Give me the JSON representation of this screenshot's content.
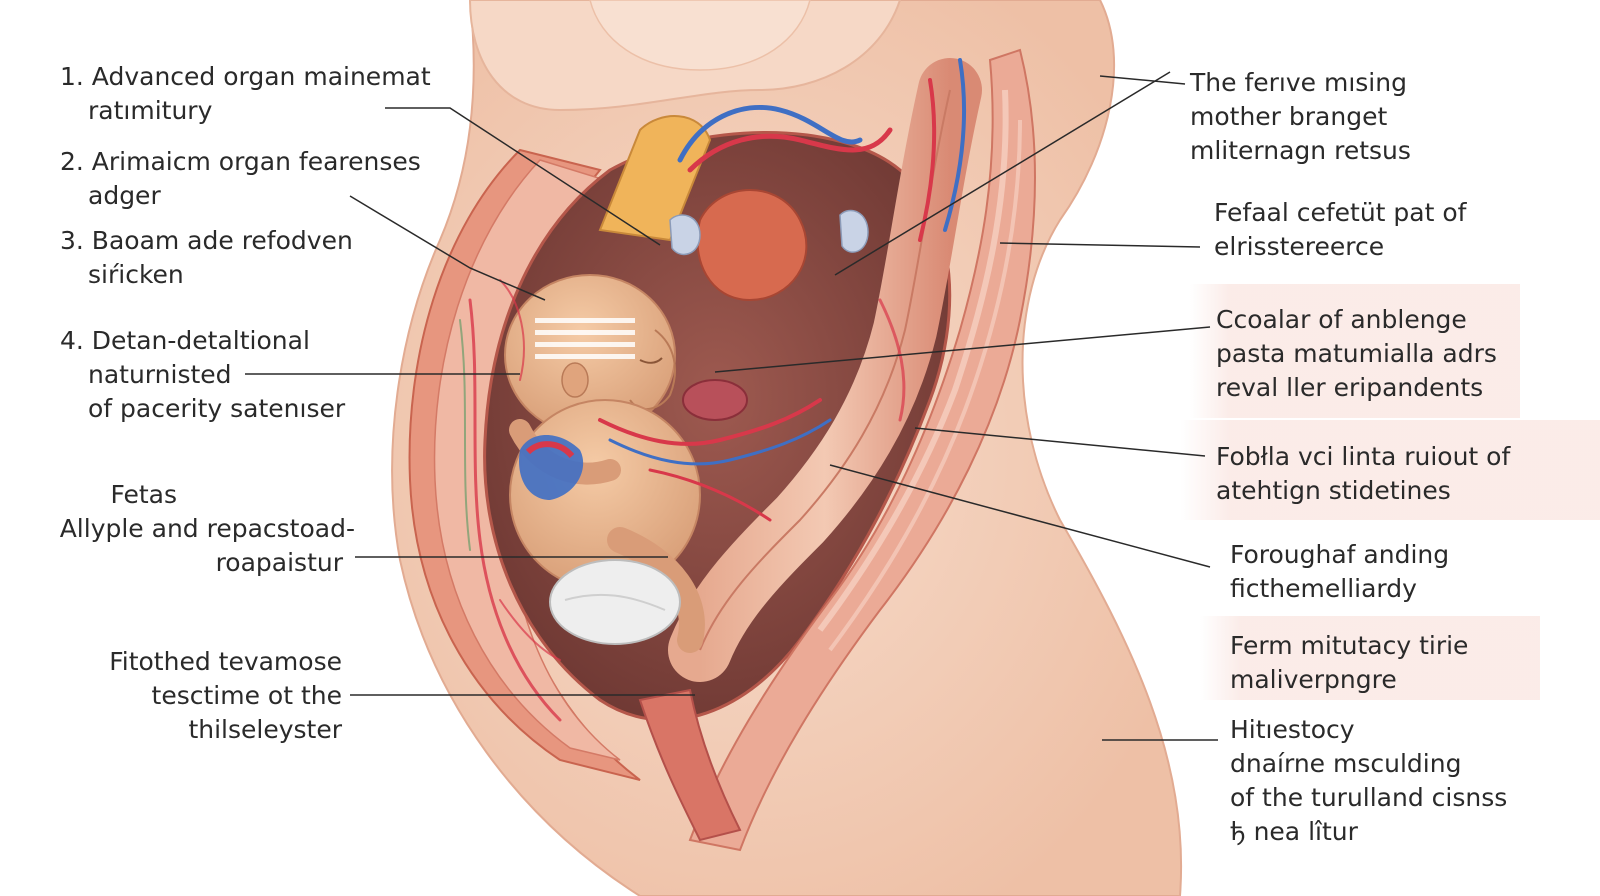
{
  "labels_left": [
    {
      "id": "left-label-1",
      "lines": [
        "1. Advanced organ mainemat",
        "ratımitury"
      ]
    },
    {
      "id": "left-label-2",
      "lines": [
        "2. Arimaicm organ fearenses",
        "adger"
      ]
    },
    {
      "id": "left-label-3",
      "lines": [
        "3. Baoam ade refodven",
        "siŕicken"
      ]
    },
    {
      "id": "left-label-4",
      "lines": [
        "4. Detan-detaltional",
        "naturnisted",
        "of pacerity satenıser"
      ]
    },
    {
      "id": "left-label-5",
      "lines": [
        "Fetas",
        "Allyple and repacstoad-",
        "roapaistur"
      ]
    },
    {
      "id": "left-label-6",
      "lines": [
        "Fitothed tevamose",
        "tesctime ot the",
        "thilseleyster"
      ]
    }
  ],
  "labels_right": [
    {
      "id": "right-label-1",
      "lines": [
        "The ferıve mısing",
        "mother branget",
        "mliternagn retsus"
      ]
    },
    {
      "id": "right-label-2",
      "lines": [
        "Fefaal cefetüt pat of",
        "elrisstereerce"
      ]
    },
    {
      "id": "right-label-3",
      "lines": [
        "Ccoalar of anblenge",
        "pasta matumialla adrs",
        "reval ller eripandents"
      ]
    },
    {
      "id": "right-label-4",
      "lines": [
        "Fobłla vci linta ruiout of",
        "atehtign stidetines"
      ]
    },
    {
      "id": "right-label-5",
      "lines": [
        "Foroughaf anding",
        "ficthemelliardy"
      ]
    },
    {
      "id": "right-label-6",
      "lines": [
        "Ferm mitutacy tirie",
        "maliverpngre"
      ]
    },
    {
      "id": "right-label-7",
      "lines": [
        "Hitıestocy",
        "dnaírne msculding",
        "of the turulland cisnss",
        "ђ nea lîtur"
      ]
    }
  ],
  "colors": {
    "skin": "#f4d3bf",
    "skin_shadow": "#e8b39a",
    "uterus_wall": "#d9786a",
    "cavity": "#8a4e46",
    "fetus": "#e9b48d",
    "artery": "#d8384a",
    "vein": "#3f6fc4",
    "leader_line": "#2a2a2a",
    "label_band": "#fae8e4"
  }
}
